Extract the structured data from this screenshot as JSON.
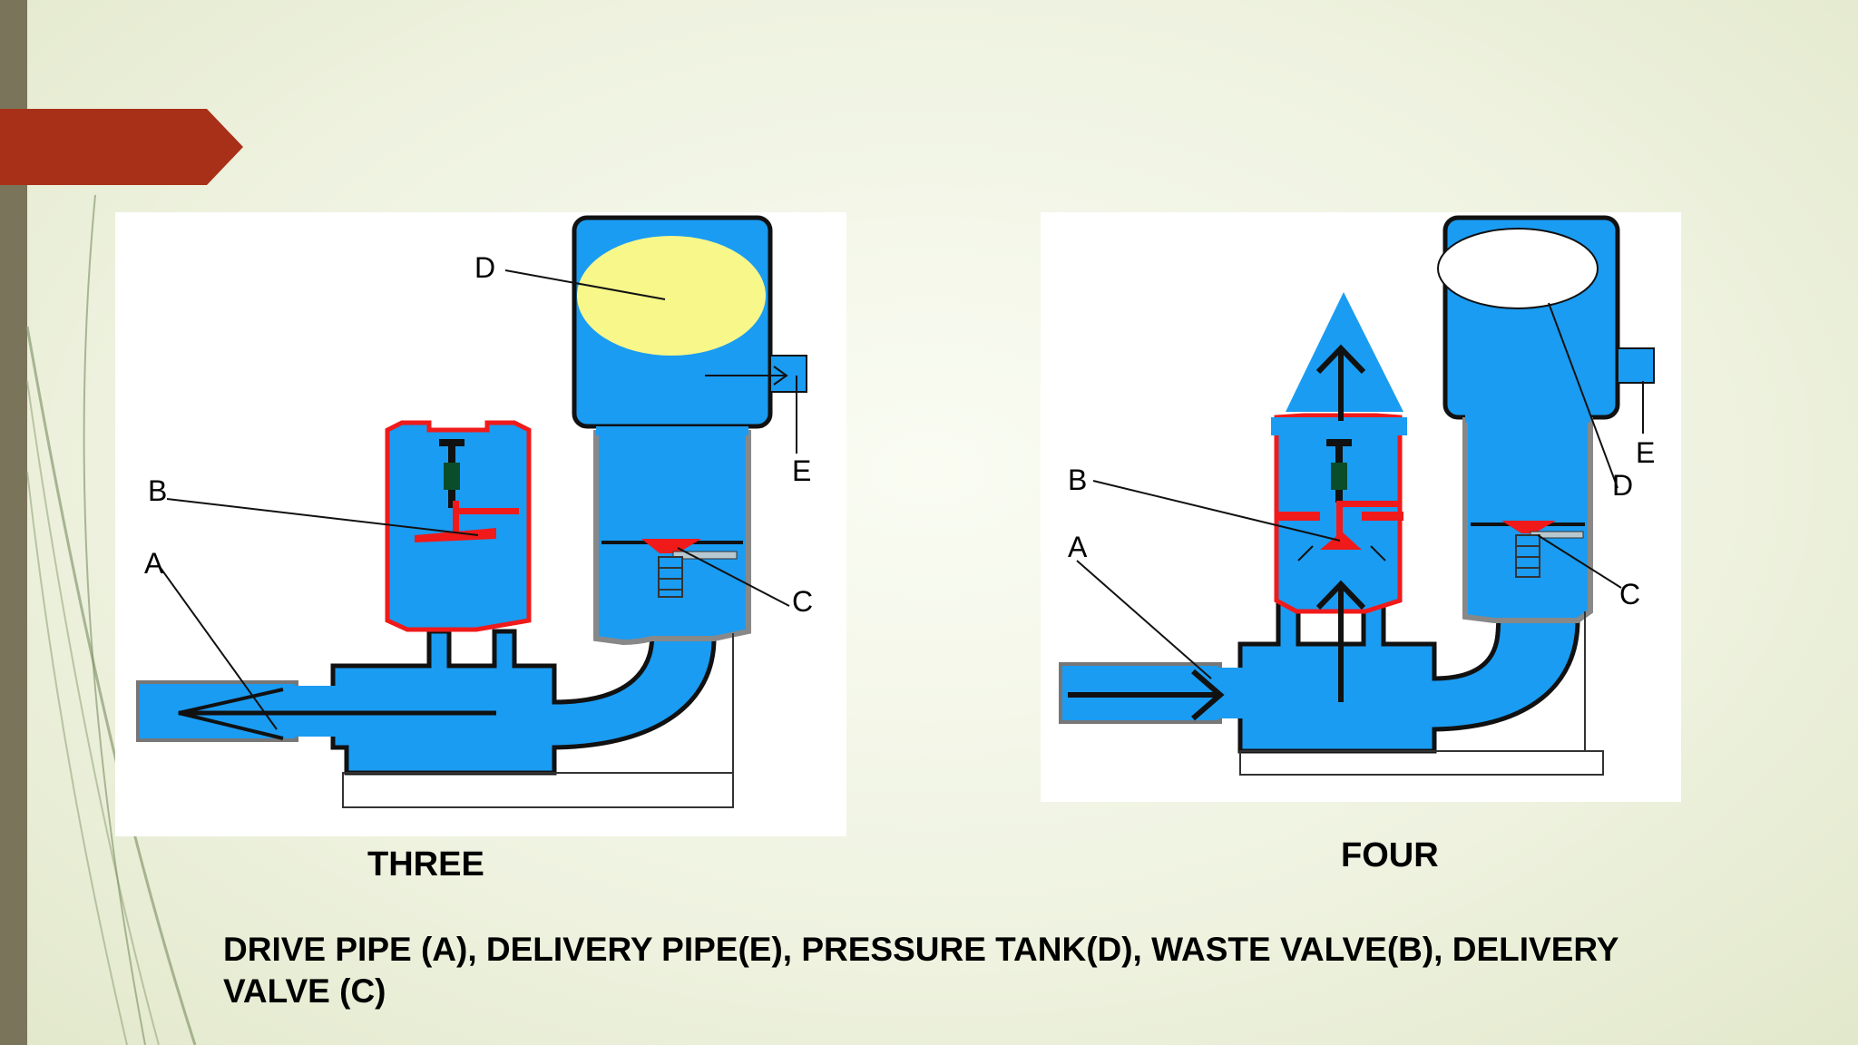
{
  "diagram_three": {
    "caption": "THREE",
    "labels": {
      "A": "A",
      "B": "B",
      "C": "C",
      "D": "D",
      "E": "E"
    }
  },
  "diagram_four": {
    "caption": "FOUR",
    "labels": {
      "A": "A",
      "B": "B",
      "C": "C",
      "D": "D",
      "E": "E"
    }
  },
  "legend": "DRIVE PIPE (A), DELIVERY PIPE(E), PRESSURE TANK(D), WASTE VALVE(B), DELIVERY VALVE (C)",
  "colors": {
    "water": "#1a9cf2",
    "valve": "#f01a1a",
    "air_compressed": "#f7f78a",
    "air": "#ffffff",
    "tab": "#a83018",
    "sidebar": "#7a745b"
  }
}
